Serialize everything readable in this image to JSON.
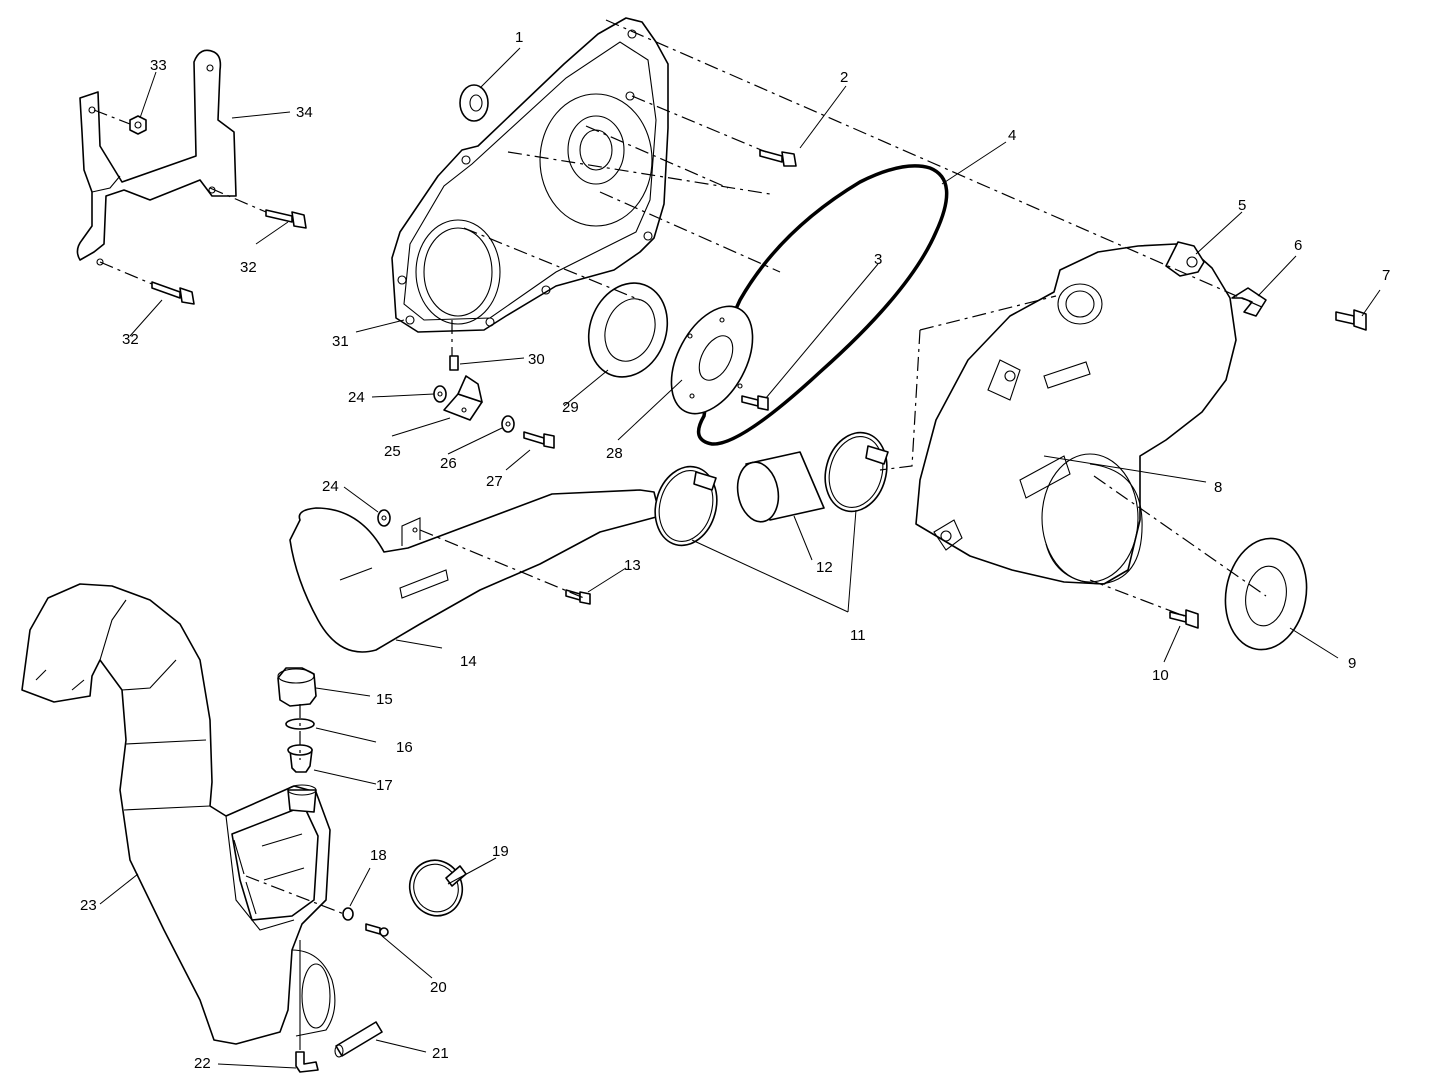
{
  "callouts": [
    {
      "id": "c1",
      "label": "1"
    },
    {
      "id": "c2",
      "label": "2"
    },
    {
      "id": "c3",
      "label": "3"
    },
    {
      "id": "c4",
      "label": "4"
    },
    {
      "id": "c5",
      "label": "5"
    },
    {
      "id": "c6",
      "label": "6"
    },
    {
      "id": "c7",
      "label": "7"
    },
    {
      "id": "c8",
      "label": "8"
    },
    {
      "id": "c9",
      "label": "9"
    },
    {
      "id": "c10",
      "label": "10"
    },
    {
      "id": "c11",
      "label": "11"
    },
    {
      "id": "c12",
      "label": "12"
    },
    {
      "id": "c13",
      "label": "13"
    },
    {
      "id": "c14",
      "label": "14"
    },
    {
      "id": "c15",
      "label": "15"
    },
    {
      "id": "c16",
      "label": "16"
    },
    {
      "id": "c17",
      "label": "17"
    },
    {
      "id": "c18",
      "label": "18"
    },
    {
      "id": "c19",
      "label": "19"
    },
    {
      "id": "c20",
      "label": "20"
    },
    {
      "id": "c21",
      "label": "21"
    },
    {
      "id": "c22",
      "label": "22"
    },
    {
      "id": "c23",
      "label": "23"
    },
    {
      "id": "c24a",
      "label": "24"
    },
    {
      "id": "c24b",
      "label": "24"
    },
    {
      "id": "c25",
      "label": "25"
    },
    {
      "id": "c26",
      "label": "26"
    },
    {
      "id": "c27",
      "label": "27"
    },
    {
      "id": "c28",
      "label": "28"
    },
    {
      "id": "c29",
      "label": "29"
    },
    {
      "id": "c30",
      "label": "30"
    },
    {
      "id": "c31",
      "label": "31"
    },
    {
      "id": "c32a",
      "label": "32"
    },
    {
      "id": "c32b",
      "label": "32"
    },
    {
      "id": "c33",
      "label": "33"
    },
    {
      "id": "c34",
      "label": "34"
    }
  ]
}
